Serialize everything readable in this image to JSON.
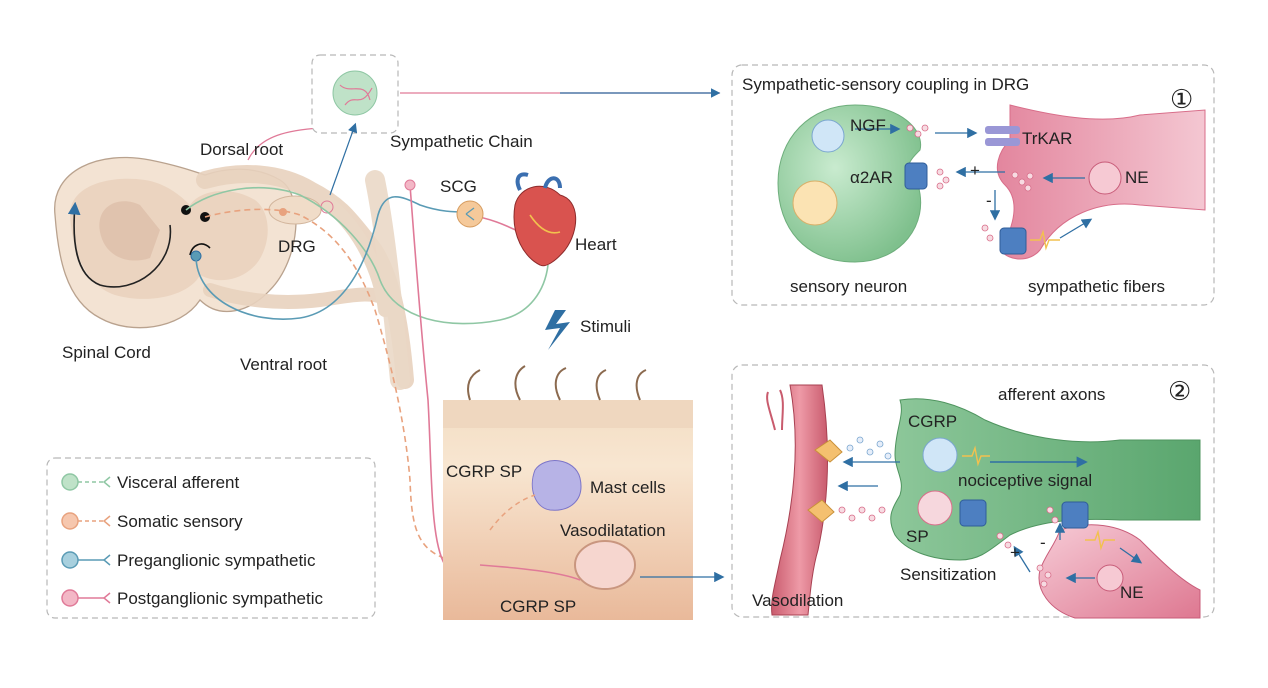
{
  "labels": {
    "dorsal_root": "Dorsal root",
    "sympathetic_chain": "Sympathetic Chain",
    "scg": "SCG",
    "drg": "DRG",
    "heart": "Heart",
    "spinal_cord": "Spinal Cord",
    "ventral_root": "Ventral root",
    "stimuli": "Stimuli",
    "cgrp_sp_upper": "CGRP SP",
    "mast_cells": "Mast cells",
    "vasodilatation": "Vasodilatation",
    "cgrp_sp_lower": "CGRP SP"
  },
  "panel1": {
    "title": "Sympathetic-sensory coupling in DRG",
    "number": "①",
    "ngf": "NGF",
    "trkar": "TrKAR",
    "a2ar": "α2AR",
    "ne": "NE",
    "plus": "+",
    "minus": "-",
    "sensory_neuron": "sensory neuron",
    "sympathetic_fibers": "sympathetic fibers"
  },
  "panel2": {
    "number": "②",
    "afferent_axons": "afferent axons",
    "cgrp": "CGRP",
    "nociceptive_signal": "nociceptive signal",
    "sp": "SP",
    "sensitization": "Sensitization",
    "plus": "+",
    "minus": "-",
    "ne": "NE",
    "vasodilation": "Vasodilation"
  },
  "legend": {
    "items": [
      {
        "label": "Visceral afferent",
        "color": "#8fc7a4"
      },
      {
        "label": "Somatic sensory",
        "color": "#e8a27e"
      },
      {
        "label": "Preganglionic sympathetic",
        "color": "#5a9bb5"
      },
      {
        "label": "Postganglionic sympathetic",
        "color": "#e07a98"
      }
    ]
  },
  "colors": {
    "visceral_afferent": "#8fc7a4",
    "somatic_sensory": "#e8a27e",
    "preganglionic": "#5a9bb5",
    "postganglionic": "#e07a98",
    "sensory_neuron_fill": "#9fd2a8",
    "sympathetic_fill": "#e6839c",
    "arrow_blue": "#2f6fa3"
  }
}
